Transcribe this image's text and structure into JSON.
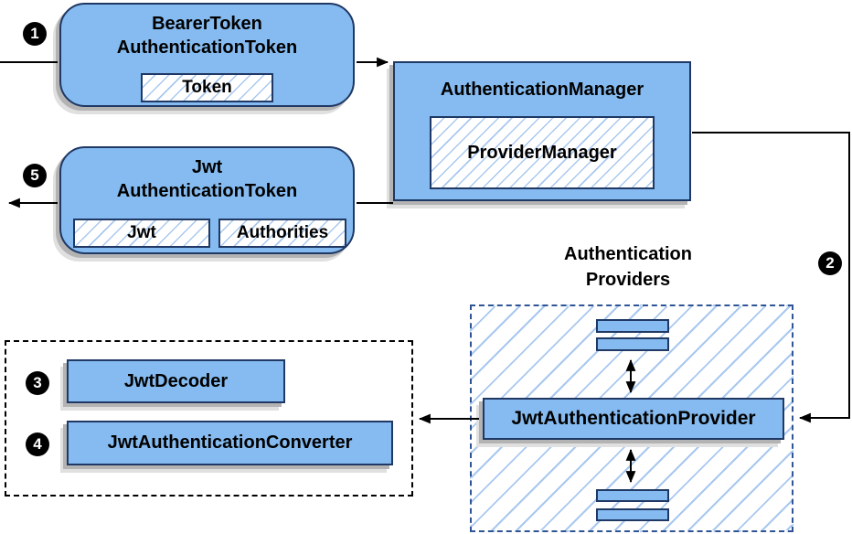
{
  "diagram": {
    "nodes": {
      "bearer_token": {
        "line1": "BearerToken",
        "line2": "AuthenticationToken",
        "token": "Token"
      },
      "jwt_token": {
        "line1": "Jwt",
        "line2": "AuthenticationToken",
        "jwt": "Jwt",
        "authorities": "Authorities"
      },
      "authentication_manager": {
        "title": "AuthenticationManager",
        "inner": "ProviderManager"
      },
      "authentication_providers": {
        "heading_line1": "Authentication",
        "heading_line2": "Providers",
        "provider": "JwtAuthenticationProvider"
      },
      "converters": {
        "decoder": "JwtDecoder",
        "converter": "JwtAuthenticationConverter"
      }
    },
    "steps": {
      "step1": "1",
      "step2": "2",
      "step3": "3",
      "step4": "4",
      "step5": "5"
    },
    "colors": {
      "node_fill": "#85bbf0",
      "node_border": "#1f3864",
      "hatch_line": "#a9c8ef",
      "dashed_blue": "#2f5597",
      "dashed_black": "#000000",
      "shadow": "#b3b3b3",
      "arrow": "#000000"
    }
  }
}
